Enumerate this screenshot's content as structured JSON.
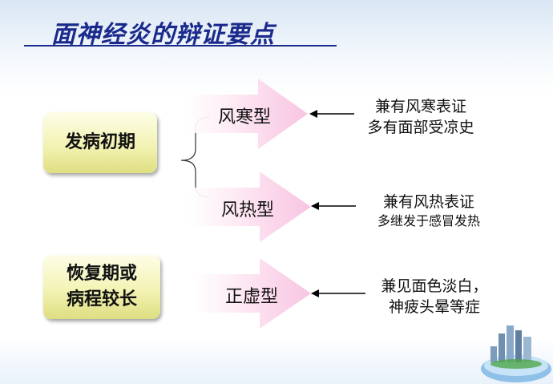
{
  "title": "面神经炎的辩证要点",
  "stages": {
    "early": "发病初期",
    "late": "恢复期或\n病程较长"
  },
  "types": {
    "wind_cold": "风寒型",
    "wind_heat": "风热型",
    "deficiency": "正虚型"
  },
  "descriptions": {
    "wind_cold": [
      "兼有风寒表证",
      "多有面部受凉史"
    ],
    "wind_heat": [
      "兼有风热表证",
      "多继发于感冒发热"
    ],
    "deficiency": [
      "兼见面色淡白，",
      "神疲头晕等症"
    ]
  },
  "colors": {
    "title": "#1a2a8c",
    "box_fill": "#f3f3b4",
    "arrow_fill": "#fbd3ea"
  }
}
